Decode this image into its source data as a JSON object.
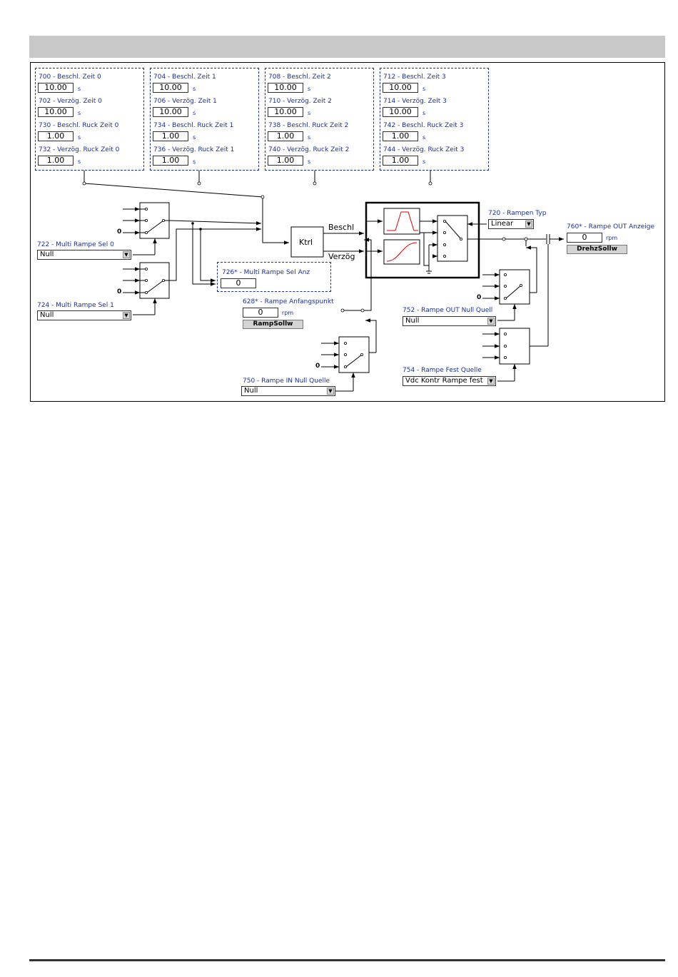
{
  "groups": [
    {
      "params": [
        {
          "label": "700 - Beschl. Zeit 0",
          "value": "10.00",
          "unit": "s"
        },
        {
          "label": "702 - Verzög. Zeit 0",
          "value": "10.00",
          "unit": "s"
        },
        {
          "label": "730 - Beschl. Ruck Zeit 0",
          "value": "1.00",
          "unit": "s"
        },
        {
          "label": "732 - Verzög. Ruck Zeit 0",
          "value": "1.00",
          "unit": "s"
        }
      ]
    },
    {
      "params": [
        {
          "label": "704 - Beschl. Zeit 1",
          "value": "10.00",
          "unit": "s"
        },
        {
          "label": "706 - Verzög. Zeit 1",
          "value": "10.00",
          "unit": "s"
        },
        {
          "label": "734 - Beschl. Ruck Zeit 1",
          "value": "1.00",
          "unit": "s"
        },
        {
          "label": "736 - Verzög. Ruck Zeit 1",
          "value": "1.00",
          "unit": "s"
        }
      ]
    },
    {
      "params": [
        {
          "label": "708 - Beschl. Zeit 2",
          "value": "10.00",
          "unit": "s"
        },
        {
          "label": "710 - Verzög. Zeit 2",
          "value": "10.00",
          "unit": "s"
        },
        {
          "label": "738 - Beschl. Ruck Zeit 2",
          "value": "1.00",
          "unit": "s"
        },
        {
          "label": "740 - Verzög. Ruck Zeit 2",
          "value": "1.00",
          "unit": "s"
        }
      ]
    },
    {
      "params": [
        {
          "label": "712 - Beschl. Zeit 3",
          "value": "10.00",
          "unit": "s"
        },
        {
          "label": "714 - Verzög. Zeit 3",
          "value": "10.00",
          "unit": "s"
        },
        {
          "label": "742 - Beschl. Ruck Zeit 3",
          "value": "1.00",
          "unit": "s"
        },
        {
          "label": "744 - Verzög. Ruck Zeit 3",
          "value": "1.00",
          "unit": "s"
        }
      ]
    }
  ],
  "multi_sel_0": {
    "label": "722 - Multi Rampe Sel 0",
    "value": "Null"
  },
  "multi_sel_1": {
    "label": "724 - Multi Rampe Sel 1",
    "value": "Null"
  },
  "multi_sel_anz": {
    "label": "726* - Multi Rampe Sel Anz",
    "value": "0"
  },
  "anfangspunkt": {
    "label": "628* - Rampe Anfangspunkt",
    "value": "0",
    "unit": "rpm",
    "button": "RampSollw"
  },
  "in_null": {
    "label": "750 - Rampe IN Null Quelle",
    "value": "Null"
  },
  "ktrl": "Ktrl",
  "beschl": "Beschl",
  "verzoeg": "Verzög",
  "typ": {
    "label": "720 - Rampen Typ",
    "value": "Linear"
  },
  "out_anzeige": {
    "label": "760* - Rampe OUT Anzeige",
    "value": "0",
    "unit": "rpm",
    "button": "DrehzSollw"
  },
  "out_null": {
    "label": "752 - Rampe OUT Null Quell",
    "value": "Null"
  },
  "fest": {
    "label": "754 - Rampe Fest Quelle",
    "value": "Vdc Kontr Rampe fest"
  },
  "zero": "0"
}
